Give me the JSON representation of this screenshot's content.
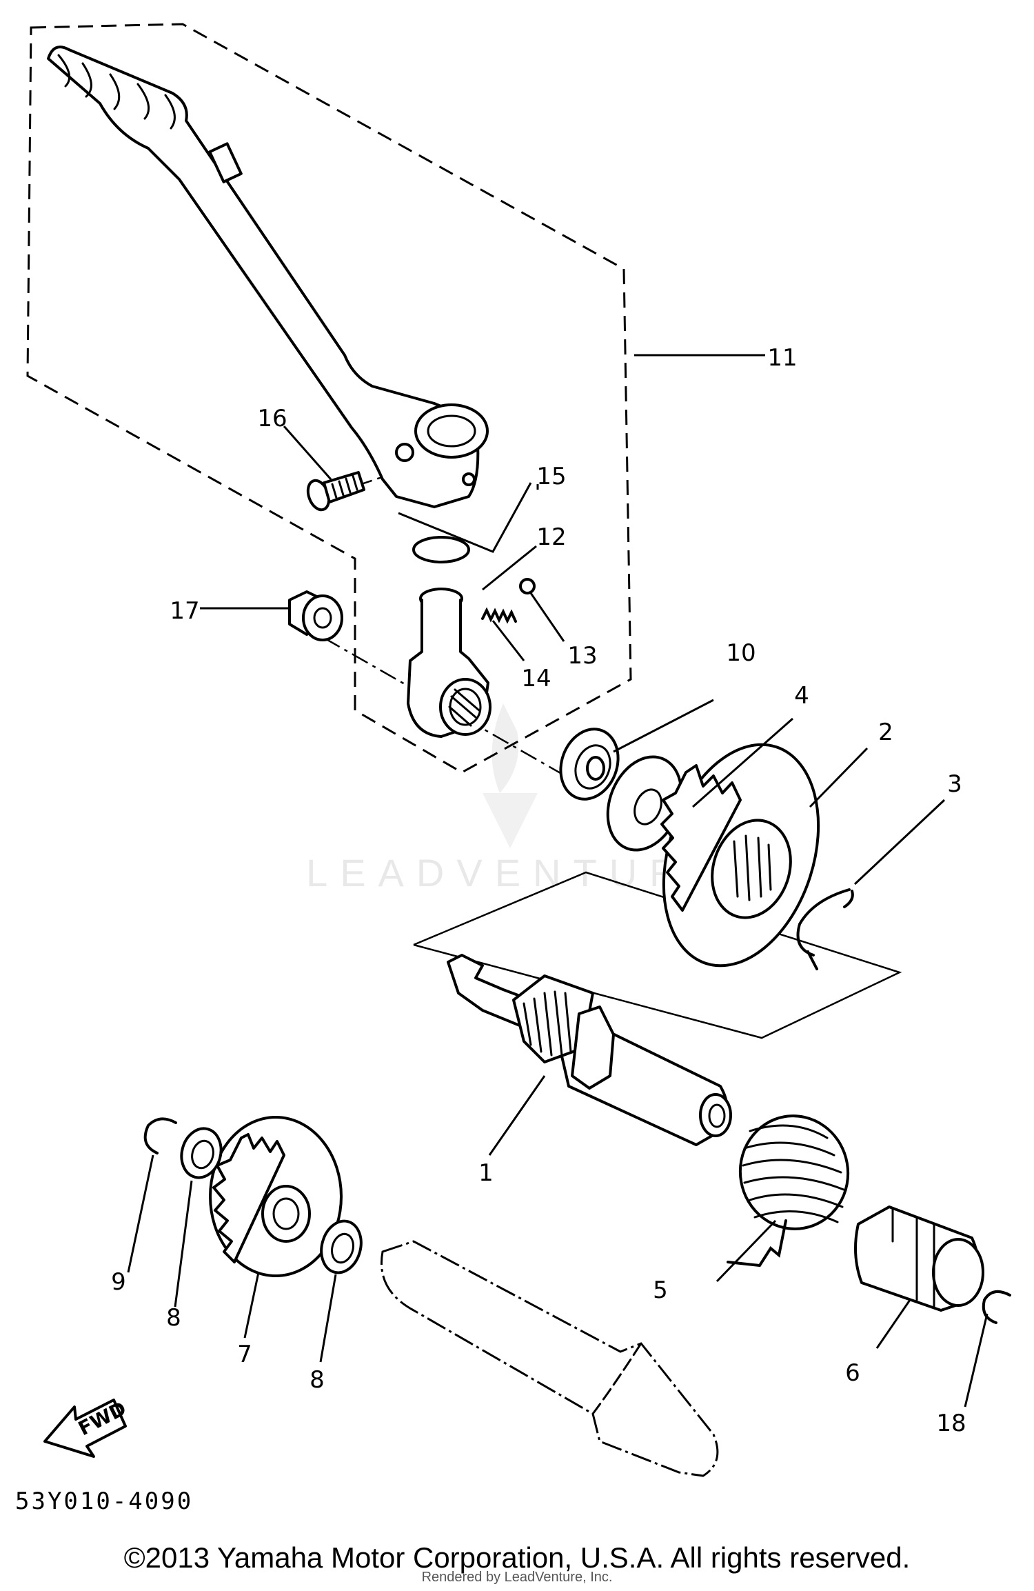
{
  "diagram": {
    "callouts": {
      "c1": "1",
      "c2": "2",
      "c3": "3",
      "c4": "4",
      "c5": "5",
      "c6": "6",
      "c7": "7",
      "c8a": "8",
      "c8b": "8",
      "c9": "9",
      "c10": "10",
      "c11": "11",
      "c12": "12",
      "c13": "13",
      "c14": "14",
      "c15": "15",
      "c16": "16",
      "c17": "17",
      "c18": "18"
    },
    "fwd_label": "FWD",
    "code": "53Y010-4090",
    "watermark": "LEADVENTURE",
    "copyright": "©2013 Yamaha Motor Corporation, U.S.A. All rights reserved.",
    "rendered_by": "Rendered by LeadVenture, Inc."
  },
  "colors": {
    "ink": "#000000",
    "watermark": "#d6d6d6",
    "background": "#ffffff"
  }
}
